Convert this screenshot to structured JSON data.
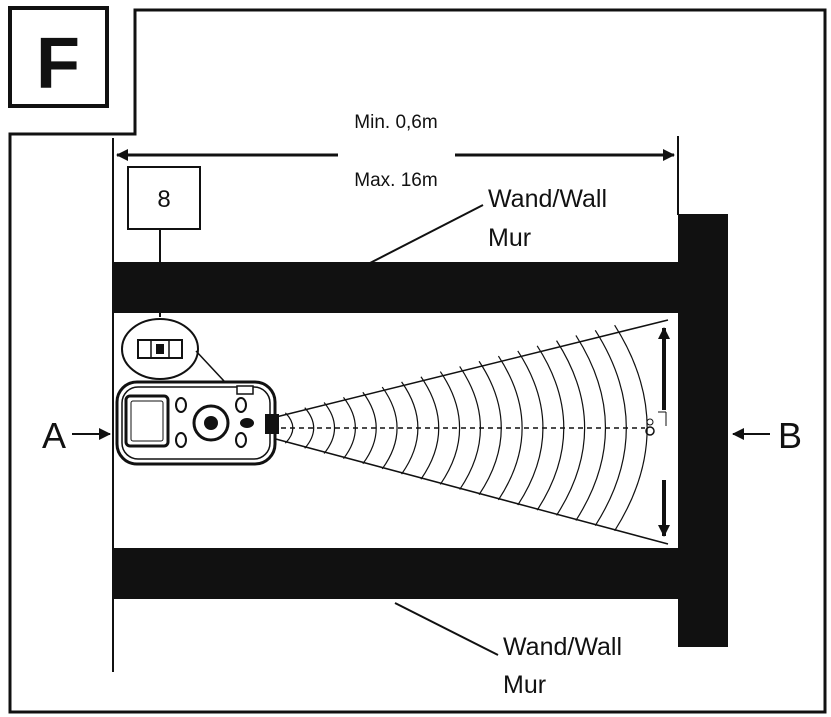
{
  "figure": {
    "panel_letter": "F",
    "distance_min": "Min. 0,6m",
    "distance_max": "Max. 16m",
    "wall_top": {
      "line1": "Wand/Wall",
      "line2": "Mur"
    },
    "wall_bottom": {
      "line1": "Wand/Wall",
      "line2": "Mur"
    },
    "point_a": "A",
    "point_b": "B",
    "display_digit": "8"
  },
  "colors": {
    "ink": "#111111",
    "paper": "#ffffff"
  }
}
